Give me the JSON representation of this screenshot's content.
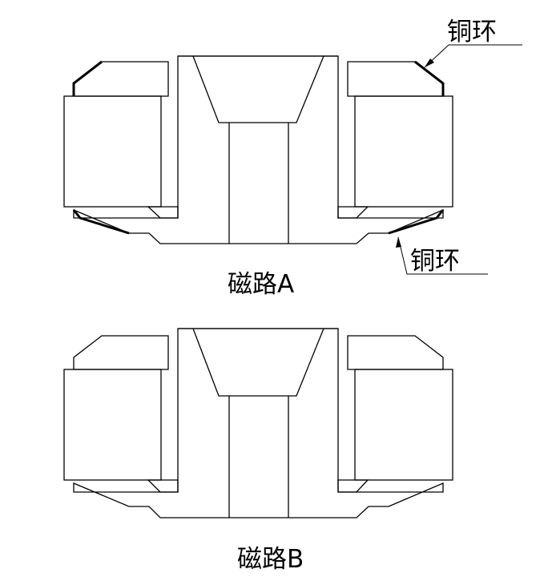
{
  "diagram_a": {
    "caption": "磁路A",
    "label_top_right": "铜环",
    "label_bottom_right": "铜环"
  },
  "diagram_b": {
    "caption": "磁路B"
  }
}
